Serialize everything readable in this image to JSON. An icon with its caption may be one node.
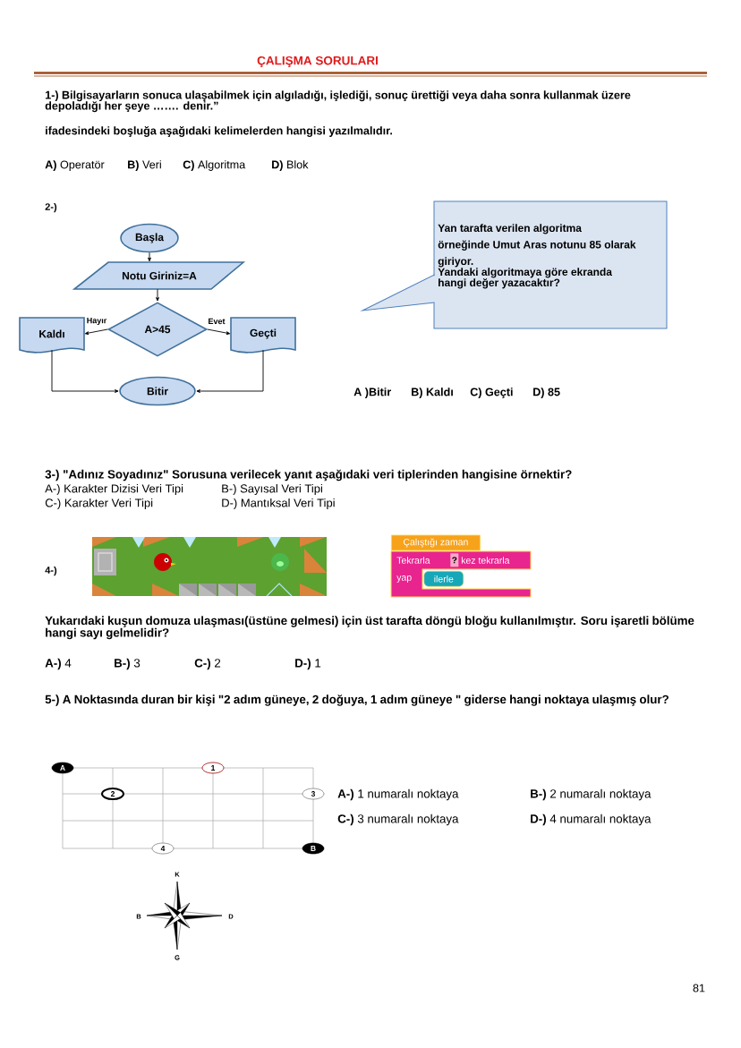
{
  "diagram": {
    "title": "ÇALIŞMA SORULARI",
    "nodes": [
      {
        "text": [
          "Başla"
        ]
      },
      {
        "text": [
          "Notu Giriniz=A"
        ]
      },
      {
        "text": [
          "A>45"
        ]
      },
      {
        "text": [
          "Kaldı"
        ]
      },
      {
        "text": [
          "Geçti"
        ]
      },
      {
        "text": [
          "Bitir"
        ]
      },
      {
        "text": [
          "Yan tarafta verilen algoritma örneğinde Umut Aras notunu 85 olarak giriyor.",
          "Yandaki algoritmaya göre ekranda hangi değer yazacaktır?"
        ]
      },
      {
        "text": [
          "Çalıştığı zaman"
        ]
      },
      {
        "text": [
          "Tekrarla",
          "kez tekrarla",
          "yap"
        ]
      },
      {
        "text": [
          "?"
        ],
        "in": 8
      },
      {
        "text": [
          "ilerle"
        ],
        "in": 8
      },
      {
        "text": [
          "A"
        ]
      },
      {
        "text": [
          "1"
        ]
      },
      {
        "text": [
          "2"
        ]
      },
      {
        "text": [
          "3"
        ]
      },
      {
        "text": [
          "4"
        ]
      },
      {
        "text": [
          "B"
        ]
      }
    ],
    "edges": [
      {
        "from": 0,
        "to": 1,
        "arrow": "to"
      },
      {
        "from": 1,
        "to": 2,
        "arrow": "to"
      },
      {
        "from": 2,
        "to": 3,
        "arrow": "to",
        "label": "Hayır"
      },
      {
        "from": 2,
        "to": 4,
        "arrow": "to",
        "label": "Evet"
      },
      {
        "from": 3,
        "to": 5,
        "arrow": "to"
      },
      {
        "from": 4,
        "to": 5,
        "arrow": "to"
      }
    ],
    "labels": [
      "1-) Bilgisayarların sonuca ulaşabilmek için algıladığı, işlediği, sonuç ürettiği veya daha sonra kullanmak üzere depoladığı her şeye ……. denir.”",
      "ifadesindeki boşluğa aşağıdaki kelimelerden hangisi yazılmalıdır.",
      "**A)** Operatör",
      "**B)** Veri",
      "**C)** Algoritma",
      "**D)** Blok",
      "2-)",
      "A )Bitir",
      "B) Kaldı",
      "C) Geçti",
      "D) 85",
      "3-) \"Adınız Soyadınız\" Sorusuna verilecek yanıt aşağıdaki veri tiplerinden hangisine örnektir?",
      "A-) Karakter Dizisi Veri Tipi",
      "B-) Sayısal Veri Tipi",
      "C-) Karakter Veri Tipi",
      "D-) Mantıksal Veri Tipi",
      "4-)",
      "Yukarıdaki kuşun domuza ulaşması(üstüne gelmesi) için üst tarafta döngü bloğu kullanılmıştır. Soru işaretli bölüme hangi sayı gelmelidir?",
      "**A-)** 4",
      "**B-)** 3",
      "**C-)** 2",
      "**D-)** 1",
      "5-) A Noktasında duran bir kişi \"2 adım güneye, 2 doğuya, 1 adım güneye \" giderse hangi noktaya ulaşmış olur?",
      "**A-)** 1 numaralı noktaya",
      "**B-)** 2 numaralı noktaya",
      "**C-)** 3 numaralı noktaya",
      "**D-)** 4 numaralı noktaya",
      "K",
      "B",
      "D",
      "G",
      "81"
    ]
  }
}
